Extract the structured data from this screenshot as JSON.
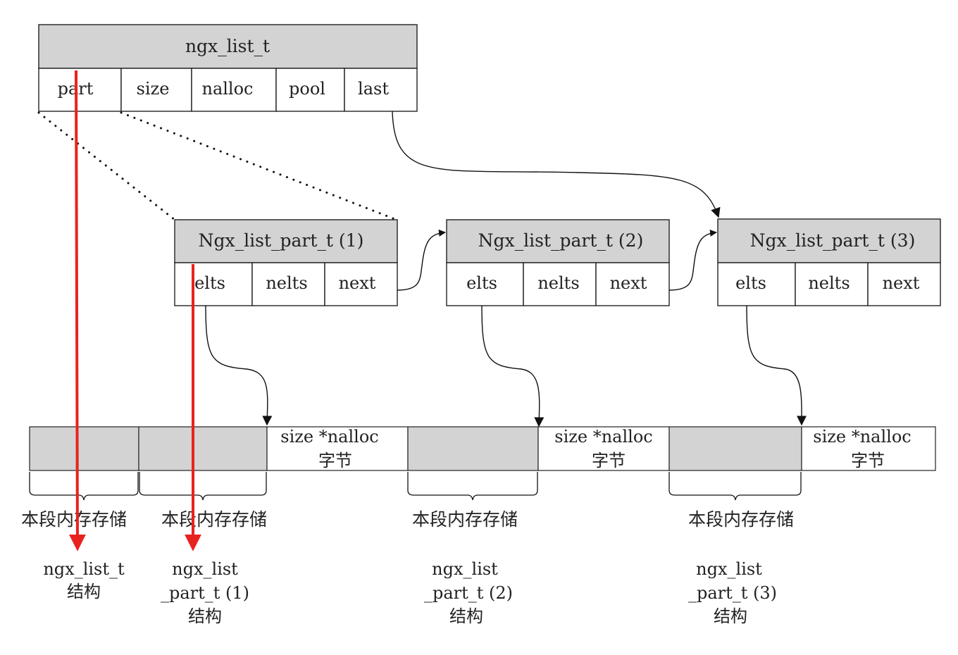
{
  "list": {
    "title": "ngx_list_t",
    "fields": [
      "part",
      "size",
      "nalloc",
      "pool",
      "last"
    ]
  },
  "parts": [
    {
      "title": "Ngx_list_part_t (1)",
      "fields": [
        "elts",
        "nelts",
        "next"
      ]
    },
    {
      "title": "Ngx_list_part_t (2)",
      "fields": [
        "elts",
        "nelts",
        "next"
      ]
    },
    {
      "title": "Ngx_list_part_t (3)",
      "fields": [
        "elts",
        "nelts",
        "next"
      ]
    }
  ],
  "memory": {
    "data_line1": "size *nalloc",
    "data_line2": "字节",
    "segment_label": "本段内存存储"
  },
  "captions": {
    "list": {
      "line1": "ngx_list_t",
      "line2": "结构"
    },
    "part1": {
      "line1": "ngx_list",
      "line2": "_part_t (1)",
      "line3": "结构"
    },
    "part2": {
      "line1": "ngx_list",
      "line2": "_part_t (2)",
      "line3": "结构"
    },
    "part3": {
      "line1": "ngx_list",
      "line2": "_part_t (3)",
      "line3": "结构"
    }
  },
  "colors": {
    "header_fill": "#d3d3d3",
    "line": "#222222",
    "highlight_arrow": "#e8231e"
  }
}
